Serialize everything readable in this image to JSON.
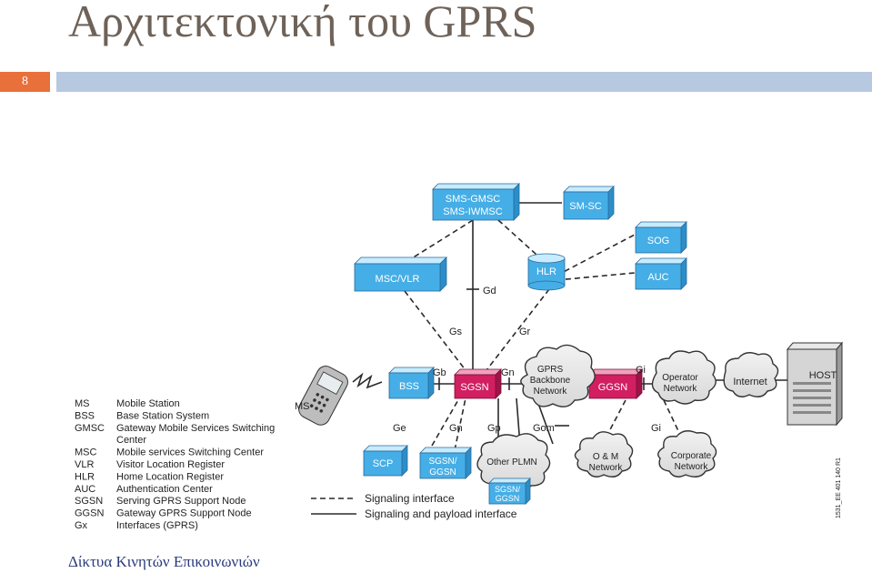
{
  "slide": {
    "title": "Αρχιτεκτονική του GPRS",
    "page_number": "8",
    "footer": "Δίκτυα Κινητών Επικοινωνιών",
    "colors": {
      "title": "#6e6259",
      "page_badge": "#e8703a",
      "title_bar": "#b7c9e0",
      "footer": "#2a3a7a",
      "node_blue": "#46aee6",
      "node_red": "#d21f62"
    }
  },
  "diagram": {
    "nodes": {
      "sms_gmsc": "SMS-GMSC",
      "sms_iwmsc": "SMS-IWMSC",
      "sm_sc": "SM-SC",
      "sog": "SOG",
      "auc": "AUC",
      "msc_vlr": "MSC/VLR",
      "hlr": "HLR",
      "bss": "BSS",
      "sgsn": "SGSN",
      "ggsn": "GGSN",
      "scp": "SCP",
      "sgsn_ggsn_1": "SGSN/",
      "sgsn_ggsn_2": "GGSN",
      "plmn_sgsn_1": "SGSN/",
      "plmn_sgsn_2": "GGSN",
      "host": "HOST",
      "ms": "MS"
    },
    "clouds": {
      "backbone_1": "GPRS",
      "backbone_2": "Backbone",
      "backbone_3": "Network",
      "operator_1": "Operator",
      "operator_2": "Network",
      "internet": "Internet",
      "other_plmn": "Other PLMN",
      "om_1": "O & M",
      "om_2": "Network",
      "corporate_1": "Corporate",
      "corporate_2": "Network"
    },
    "interfaces": {
      "gd": "Gd",
      "gs": "Gs",
      "gr": "Gr",
      "gb": "Gb",
      "gn": "Gn",
      "gi": "Gi",
      "ge": "Ge",
      "gn2": "Gn",
      "gp": "Gp",
      "gom": "Gom",
      "gi2": "Gi"
    },
    "legend_lines": {
      "signaling": "Signaling interface",
      "payload": "Signaling and payload interface"
    },
    "abbreviations": [
      {
        "abbr": "MS",
        "desc": "Mobile Station"
      },
      {
        "abbr": "BSS",
        "desc": "Base Station System"
      },
      {
        "abbr": "GMSC",
        "desc": "Gateway Mobile Services Switching"
      },
      {
        "abbr": "",
        "desc": "Center"
      },
      {
        "abbr": "MSC",
        "desc": "Mobile services Switching Center"
      },
      {
        "abbr": "VLR",
        "desc": "Visitor Location Register"
      },
      {
        "abbr": "HLR",
        "desc": "Home Location Register"
      },
      {
        "abbr": "AUC",
        "desc": "Authentication Center"
      },
      {
        "abbr": "SGSN",
        "desc": "Serving GPRS Support Node"
      },
      {
        "abbr": "GGSN",
        "desc": "Gateway GPRS Support Node"
      },
      {
        "abbr": "Gx",
        "desc": "Interfaces (GPRS)"
      }
    ],
    "figure_id": "1531_EE 401 140 R1"
  }
}
